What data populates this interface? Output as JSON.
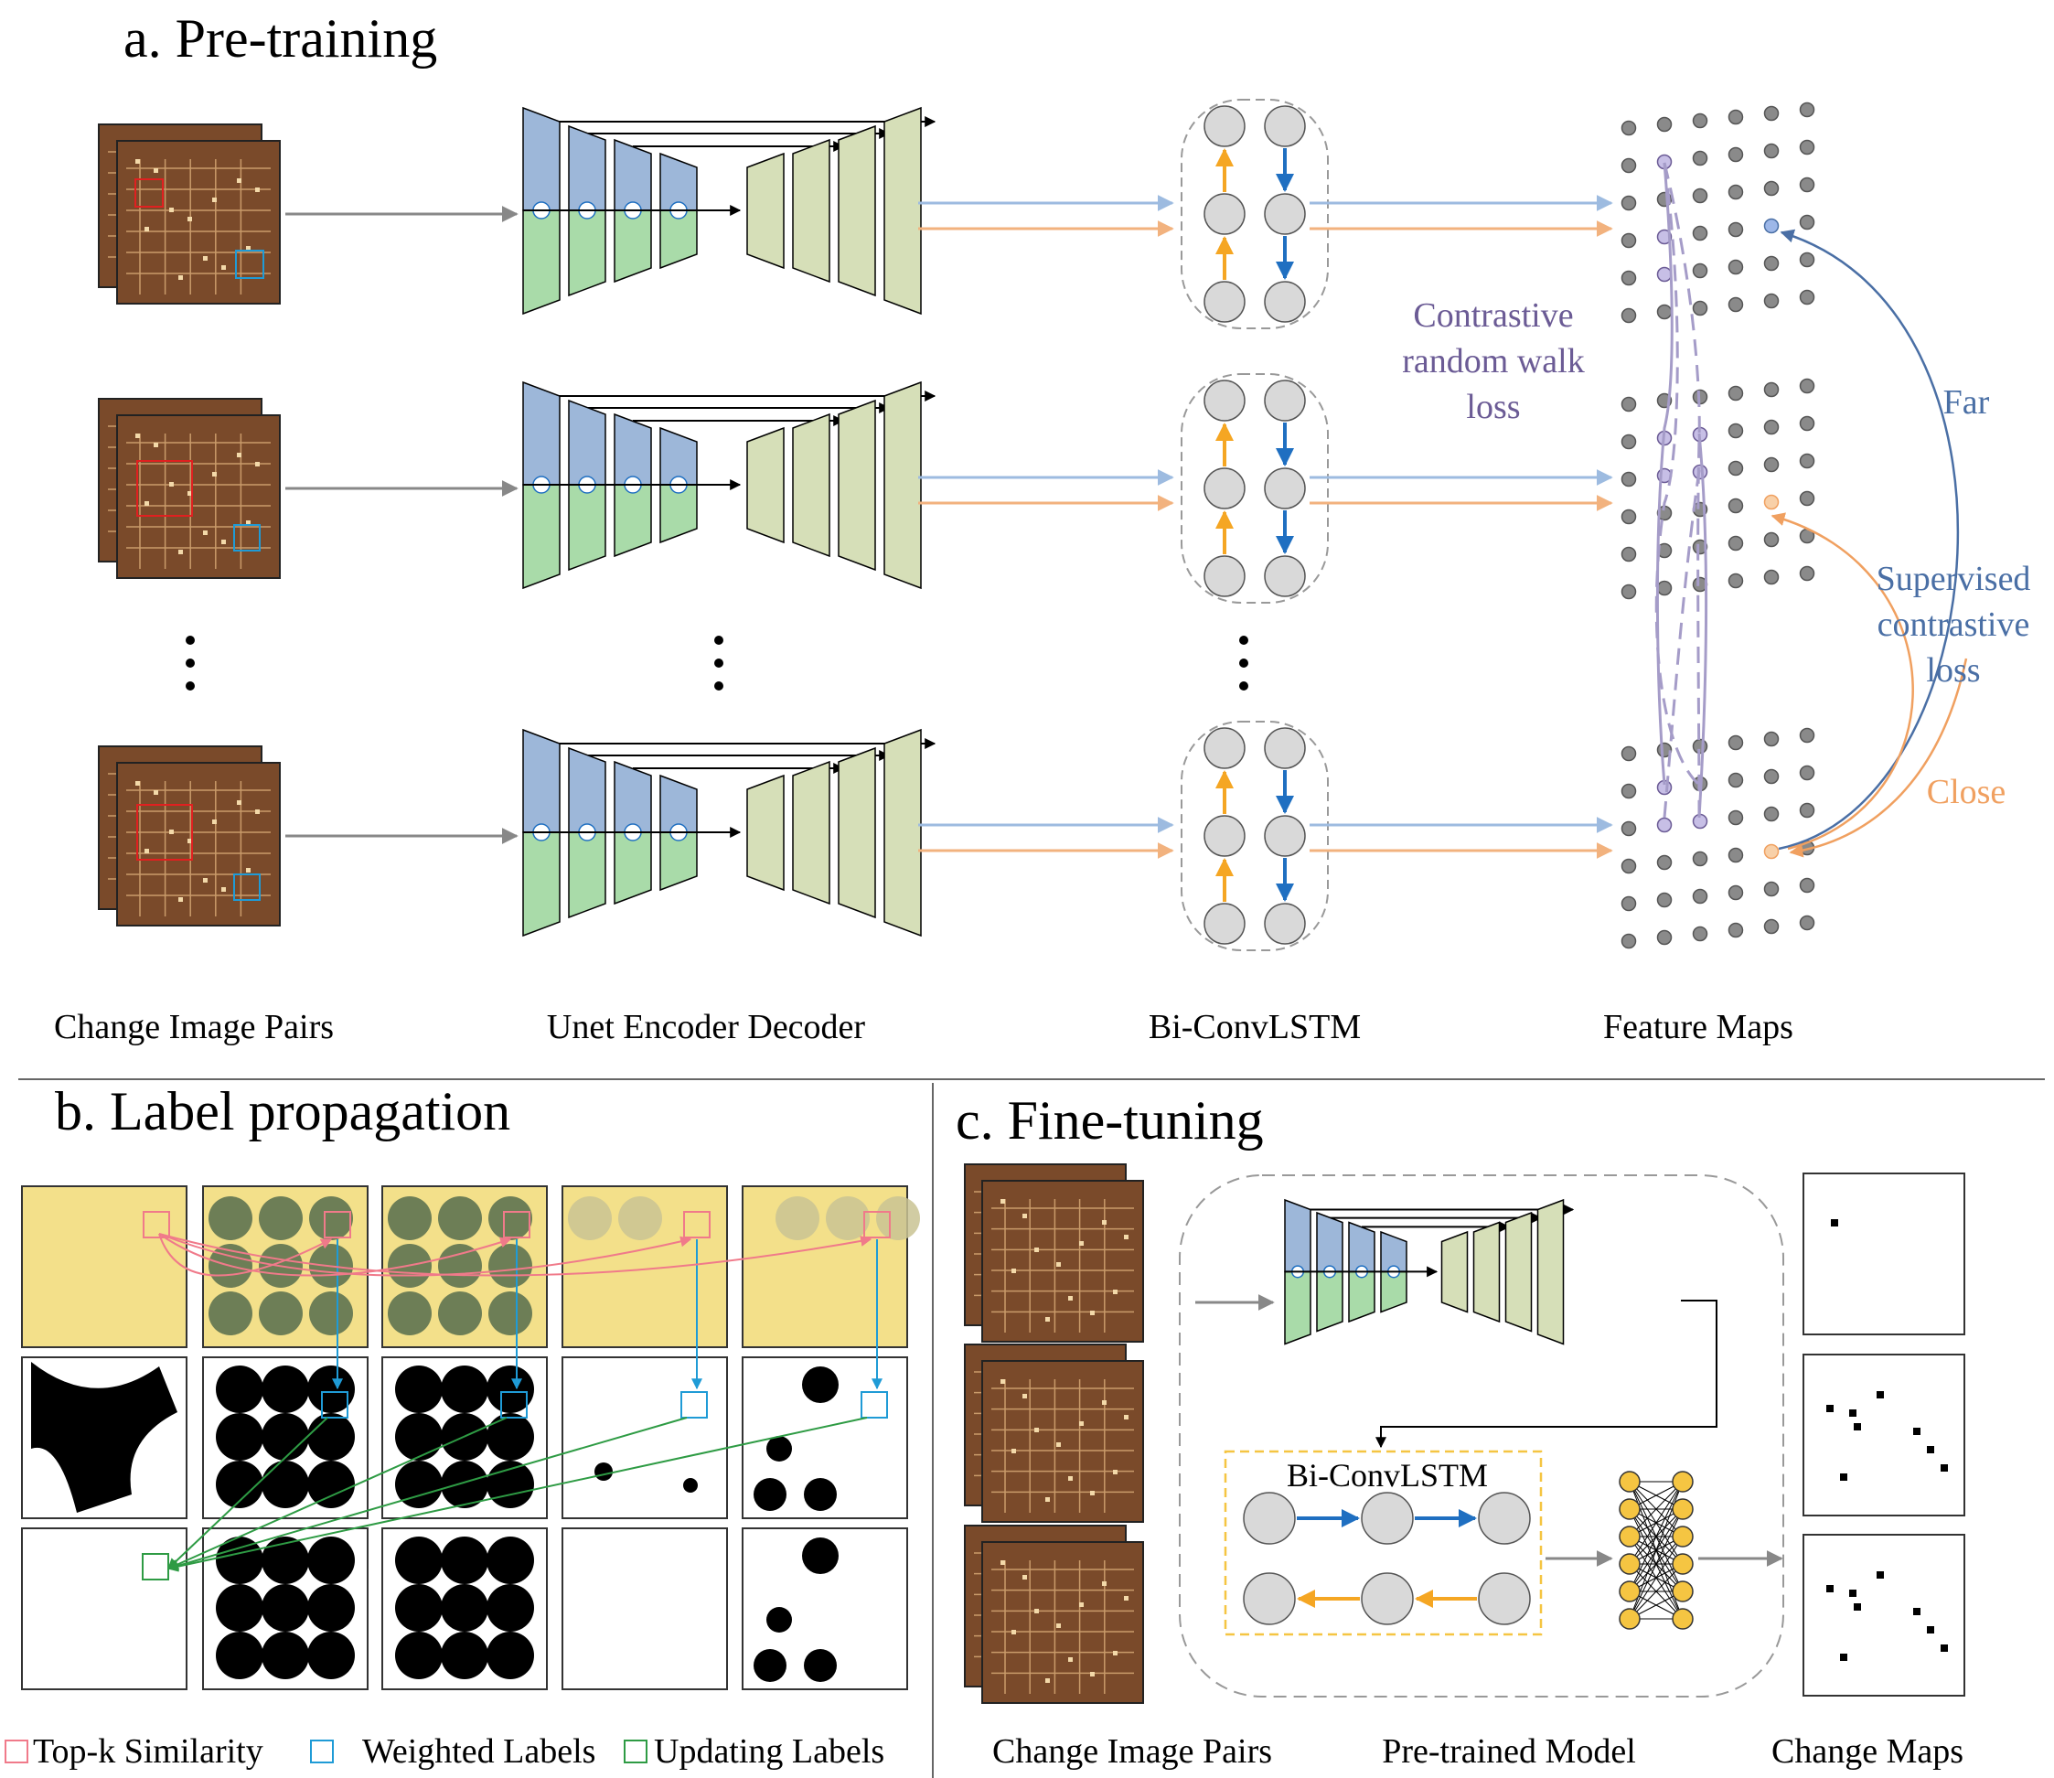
{
  "sections": {
    "a": {
      "title": "a. Pre-training",
      "captions": [
        "Change Image Pairs",
        "Unet Encoder Decoder",
        "Bi-ConvLSTM",
        "Feature Maps"
      ],
      "contrastive_random_walk_loss": [
        "Contrastive",
        "random walk",
        "loss"
      ],
      "supervised_contrastive_loss": [
        "Supervised",
        "contrastive",
        "loss"
      ],
      "far": "Far",
      "close": "Close"
    },
    "b": {
      "title": "b. Label propagation",
      "legend": [
        "Top-k Similarity",
        "Weighted Labels",
        "Updating Labels"
      ]
    },
    "c": {
      "title": "c. Fine-tuning",
      "bi_convlstm": "Bi-ConvLSTM",
      "captions": [
        "Change Image Pairs",
        "Pre-trained Model",
        "Change Maps"
      ]
    }
  },
  "colors": {
    "encoder_top": "#9db7d9",
    "encoder_bottom": "#a9dba9",
    "decoder": "#d6dfb8",
    "blue_arrow": "#1f6fc1",
    "orange_arrow": "#f5a623",
    "purple": "#6b5b95",
    "far_line": "#4a6fa5",
    "close_line": "#f0a060",
    "pink": "#f07a8a",
    "cyan": "#1f9bd6",
    "green": "#2e9b44",
    "satellite": "#7a4a2a",
    "yellow_image": "#f3e08a",
    "node": "#d9d9d9",
    "dashed_border": "#999999"
  }
}
